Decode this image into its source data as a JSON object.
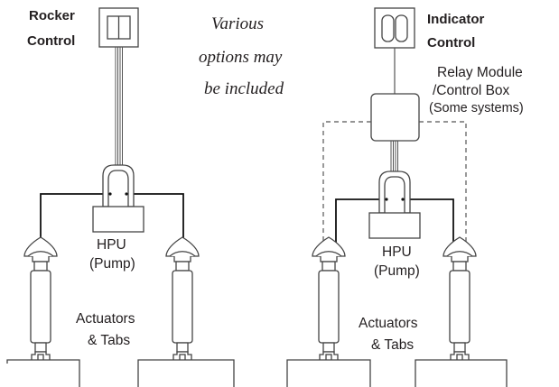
{
  "left": {
    "control_label_line1": "Rocker",
    "control_label_line2": "Control",
    "pump_line1": "HPU",
    "pump_line2": "(Pump)",
    "actuators_line1": "Actuators",
    "actuators_line2": "& Tabs"
  },
  "note": {
    "line1": "Various",
    "line2": "options may",
    "line3": "be included"
  },
  "right": {
    "control_label_line1": "Indicator",
    "control_label_line2": "Control",
    "relay_line1": "Relay Module",
    "relay_line2": "/Control Box",
    "relay_line3": "(Some systems)",
    "pump_line1": "HPU",
    "pump_line2": "(Pump)",
    "actuators_line1": "Actuators",
    "actuators_line2": "& Tabs"
  }
}
